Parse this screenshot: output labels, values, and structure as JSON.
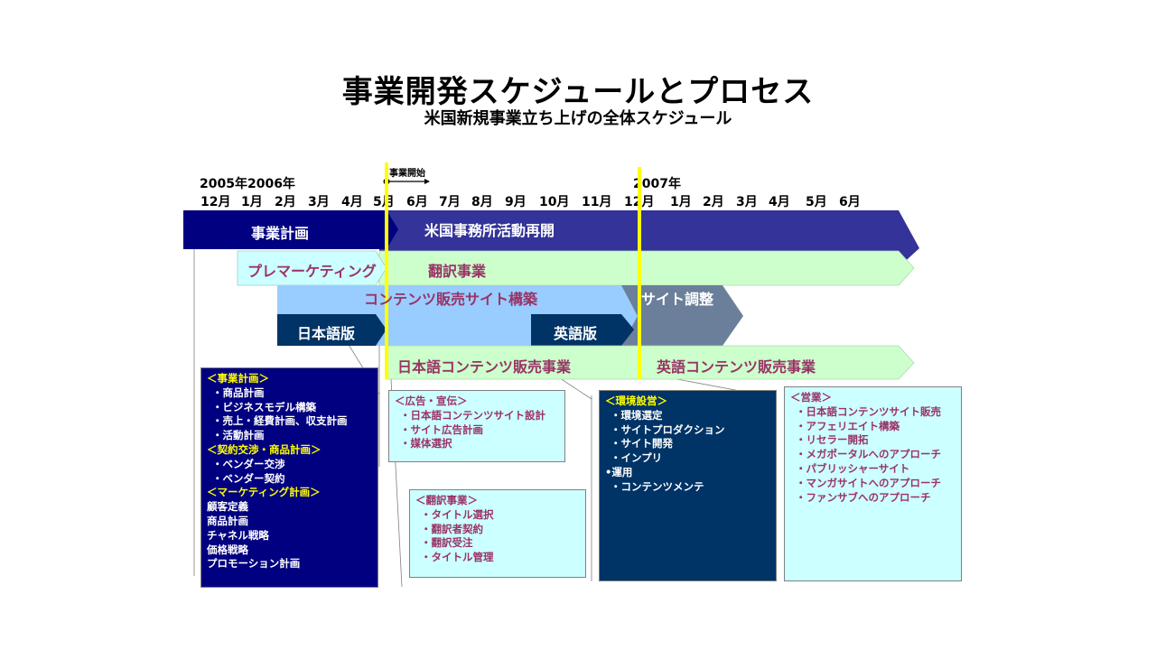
{
  "title": "事業開発スケジュールとプロセス",
  "subtitle": "米国新規事業立ち上げの全体スケジュール",
  "timeline": {
    "year_2005_2006": "2005年2006年",
    "year_2007": "2007年",
    "months": [
      "12月",
      "1月",
      "2月",
      "3月",
      "4月",
      "5月",
      "6月",
      "7月",
      "8月",
      "9月",
      "10月",
      "11月",
      "12月",
      "1月",
      "2月",
      "3月",
      "4月",
      "5月",
      "6月"
    ],
    "start_label": "事業開始"
  },
  "bars": {
    "business_plan": "事業計画",
    "us_office": "米国事務所活動再開",
    "pre_marketing": "プレマーケティング",
    "translation": "翻訳事業",
    "site_build": "コンテンツ販売サイト構築",
    "site_adjust": "サイト調整",
    "japanese_version": "日本語版",
    "english_version": "英語版",
    "jp_content_sales": "日本語コンテンツ販売事業",
    "en_content_sales": "英語コンテンツ販売事業"
  },
  "boxes": {
    "plan_box": [
      {
        "text": "＜事業計画＞",
        "style": "heading"
      },
      {
        "text": "・商品計画",
        "style": "item"
      },
      {
        "text": "・ビジネスモデル構築",
        "style": "item"
      },
      {
        "text": "・売上・経費計画、収支計画",
        "style": "item"
      },
      {
        "text": "・活動計画",
        "style": "item"
      },
      {
        "text": "＜契約交渉・商品計画＞",
        "style": "heading"
      },
      {
        "text": "・ベンダー交渉",
        "style": "item"
      },
      {
        "text": "・ベンダー契約",
        "style": "item"
      },
      {
        "text": "＜マーケティング計画＞",
        "style": "heading"
      },
      {
        "text": "顧客定義",
        "style": "plain"
      },
      {
        "text": "商品計画",
        "style": "plain"
      },
      {
        "text": "チャネル戦略",
        "style": "plain"
      },
      {
        "text": "価格戦略",
        "style": "plain"
      },
      {
        "text": "プロモーション計画",
        "style": "plain"
      }
    ],
    "ad_box": [
      "＜広告・宣伝＞",
      "・日本語コンテンツサイト設計",
      "・サイト広告計画",
      "・媒体選択"
    ],
    "translation_box": [
      "＜翻訳事業＞",
      "・タイトル選択",
      "・翻訳者契約",
      "・翻訳受注",
      "・タイトル管理"
    ],
    "env_box": [
      {
        "text": "＜環境設営＞",
        "style": "heading"
      },
      {
        "text": "・環境選定",
        "style": "item"
      },
      {
        "text": "・サイトプロダクション",
        "style": "item"
      },
      {
        "text": "・サイト開発",
        "style": "item"
      },
      {
        "text": "・インプリ",
        "style": "item"
      },
      {
        "text": "•運用",
        "style": "plain"
      },
      {
        "text": "・コンテンツメンテ",
        "style": "item"
      }
    ],
    "sales_box": [
      "＜営業＞",
      "・日本語コンテンツサイト販売",
      "・アフェリエイト構築",
      "・リセラー開拓",
      "・メガポータルへのアプローチ",
      "・パブリッシャーサイト",
      "・マンガサイトへのアプローチ",
      "・ファンサブへのアプローチ"
    ]
  },
  "colors": {
    "navy": "#000080",
    "indigo": "#333399",
    "light_green": "#ccffcc",
    "light_cyan": "#ccffff",
    "light_blue": "#99ccff",
    "dark_navy": "#003366",
    "slate": "#6b7f9a",
    "mauve_text": "#993366",
    "yellow": "#ffff00"
  }
}
